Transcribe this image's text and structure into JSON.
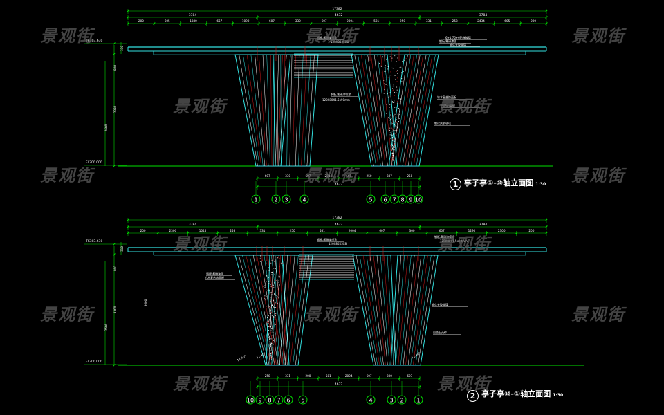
{
  "watermark": "景观街",
  "colors": {
    "background": "#000000",
    "dim": "#00e000",
    "cyan": "#33e0e0",
    "white": "#ffffff",
    "red": "#c81818",
    "wm": "#5a5a5a"
  },
  "elevation_1": {
    "bubble": "1",
    "title": "亭子亭①-⑩轴立面图",
    "scale": "1:30",
    "level_top": "TK303.630",
    "level_floor": "FL300.000",
    "total_top": "17382",
    "half_left": "3784",
    "center_dim": "4632",
    "half_right": "3784",
    "top_dims": [
      "200",
      "605",
      "1380",
      "657",
      "1090",
      "607",
      "330",
      "607",
      "2004",
      "581",
      "250",
      "331",
      "258",
      "2434",
      "605",
      "200"
    ],
    "left_vdims": [
      "310",
      "800",
      "2330",
      "2600"
    ],
    "bottom_dims": [
      "607",
      "330",
      "607",
      "2004",
      "581",
      "250",
      "337",
      "258"
    ],
    "bottom_total": "4632",
    "axes": [
      "1",
      "2",
      "3",
      "4",
      "5",
      "6",
      "7",
      "8",
      "9",
      "10"
    ],
    "notes": [
      "钢板,氟碳漆喷涂",
      "120X80X5X8",
      "钢板,氟碳漆喷涂",
      "120X80X1.5x90mm",
      "钢板,氟碳漆面",
      "6+1.76+6防弹玻璃",
      "钢化夹胶玻璃",
      "竹木复合饰面板",
      "白色石英砂",
      "钢化夹胶玻璃"
    ]
  },
  "elevation_2": {
    "bubble": "2",
    "title": "亭子亭⑩-①轴立面图",
    "scale": "1:30",
    "level_top": "TK303.630",
    "level_floor": "FL300.000",
    "total_top": "17382",
    "half_left": "3784",
    "center_dim": "4632",
    "half_right": "3784",
    "top_dims": [
      "200",
      "2300",
      "1045",
      "258",
      "331",
      "250",
      "581",
      "2004",
      "607",
      "300",
      "607",
      "1290",
      "2300",
      "200"
    ],
    "left_vdims": [
      "310",
      "800",
      "3300",
      "2600",
      "3600"
    ],
    "bottom_dims": [
      "258",
      "331",
      "200",
      "581",
      "2004",
      "607",
      "300",
      "607"
    ],
    "bottom_total": "4632",
    "axes": [
      "10",
      "9",
      "8",
      "7",
      "6",
      "5",
      "4",
      "3",
      "2",
      "1"
    ],
    "notes": [
      "钢板,氟碳漆喷涂",
      "120X80X5X8",
      "钢板,氟碳漆面",
      "竹木复合饰面板",
      "钢板,氟碳漆喷涂",
      "120X80X1.5x90mm",
      "钢化夹胶玻璃",
      "白色石英砂"
    ],
    "angles": [
      "11.40°",
      "12.40°",
      "11.40°"
    ]
  }
}
